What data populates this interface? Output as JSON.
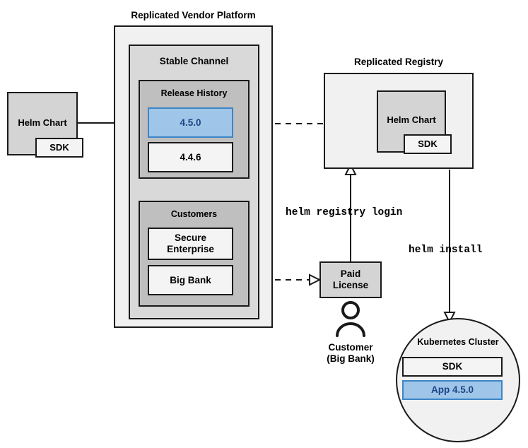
{
  "diagram": {
    "type": "architecture-flow",
    "title_vendor_platform": "Replicated Vendor Platform",
    "title_registry": "Replicated Registry",
    "stable_channel": "Stable Channel",
    "release_history": "Release History",
    "customers": "Customers",
    "releases": [
      {
        "version": "4.5.0",
        "highlighted": true
      },
      {
        "version": "4.4.6",
        "highlighted": false
      }
    ],
    "customer_list": [
      {
        "name": "Secure\nEnterprise"
      },
      {
        "name": "Big Bank"
      }
    ],
    "helm_chart_source": {
      "label": "Helm Chart",
      "sdk": "SDK"
    },
    "helm_chart_registry": {
      "label": "Helm Chart",
      "sdk": "SDK"
    },
    "paid_license": "Paid\nLicense",
    "customer_persona": "Customer\n(Big Bank)",
    "cluster": {
      "title": "Kubernetes Cluster",
      "items": [
        {
          "label": "SDK",
          "highlighted": false
        },
        {
          "label": "App 4.5.0",
          "highlighted": true
        }
      ]
    },
    "commands": {
      "registry_login": "helm registry login",
      "install": "helm install"
    },
    "colors": {
      "accent_blue_fill": "#9fc5e8",
      "accent_blue_border": "#3d85c6",
      "accent_blue_text": "#1c4587",
      "outline": "#1a1a1a",
      "outer_fill": "#f1f1f1",
      "channel_fill": "#d9d9d9",
      "group_fill": "#bfbfbf",
      "box_fill": "#f4f4f4",
      "chart_fill": "#d4d4d4"
    },
    "icons": {
      "person": "person-icon"
    }
  }
}
